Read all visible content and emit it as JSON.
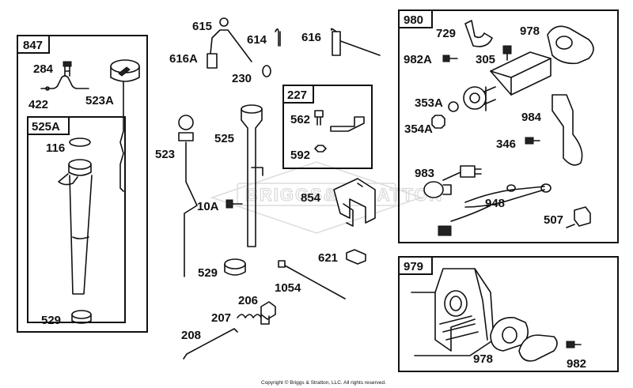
{
  "watermark": "BRIGGS&STRATTON",
  "copyright": "Copyright © Briggs & Stratton, LLC. All rights reserved.",
  "groups": {
    "g847": "847",
    "g525A": "525A",
    "g227": "227",
    "g980": "980",
    "g979": "979"
  },
  "labels": {
    "l284": "284",
    "l422": "422",
    "l523A": "523A",
    "l116": "116",
    "l529a": "529",
    "l615": "615",
    "l614": "614",
    "l616": "616",
    "l616A": "616A",
    "l230": "230",
    "l523": "523",
    "l525": "525",
    "l10A": "10A",
    "l529b": "529",
    "l562": "562",
    "l592": "592",
    "l854": "854",
    "l621": "621",
    "l1054": "1054",
    "l206": "206",
    "l207": "207",
    "l208": "208",
    "l729": "729",
    "l978a": "978",
    "l982A": "982A",
    "l305": "305",
    "l353A": "353A",
    "l354A": "354A",
    "l984": "984",
    "l346": "346",
    "l983": "983",
    "l948": "948",
    "l507": "507",
    "l978b": "978",
    "l982": "982"
  }
}
